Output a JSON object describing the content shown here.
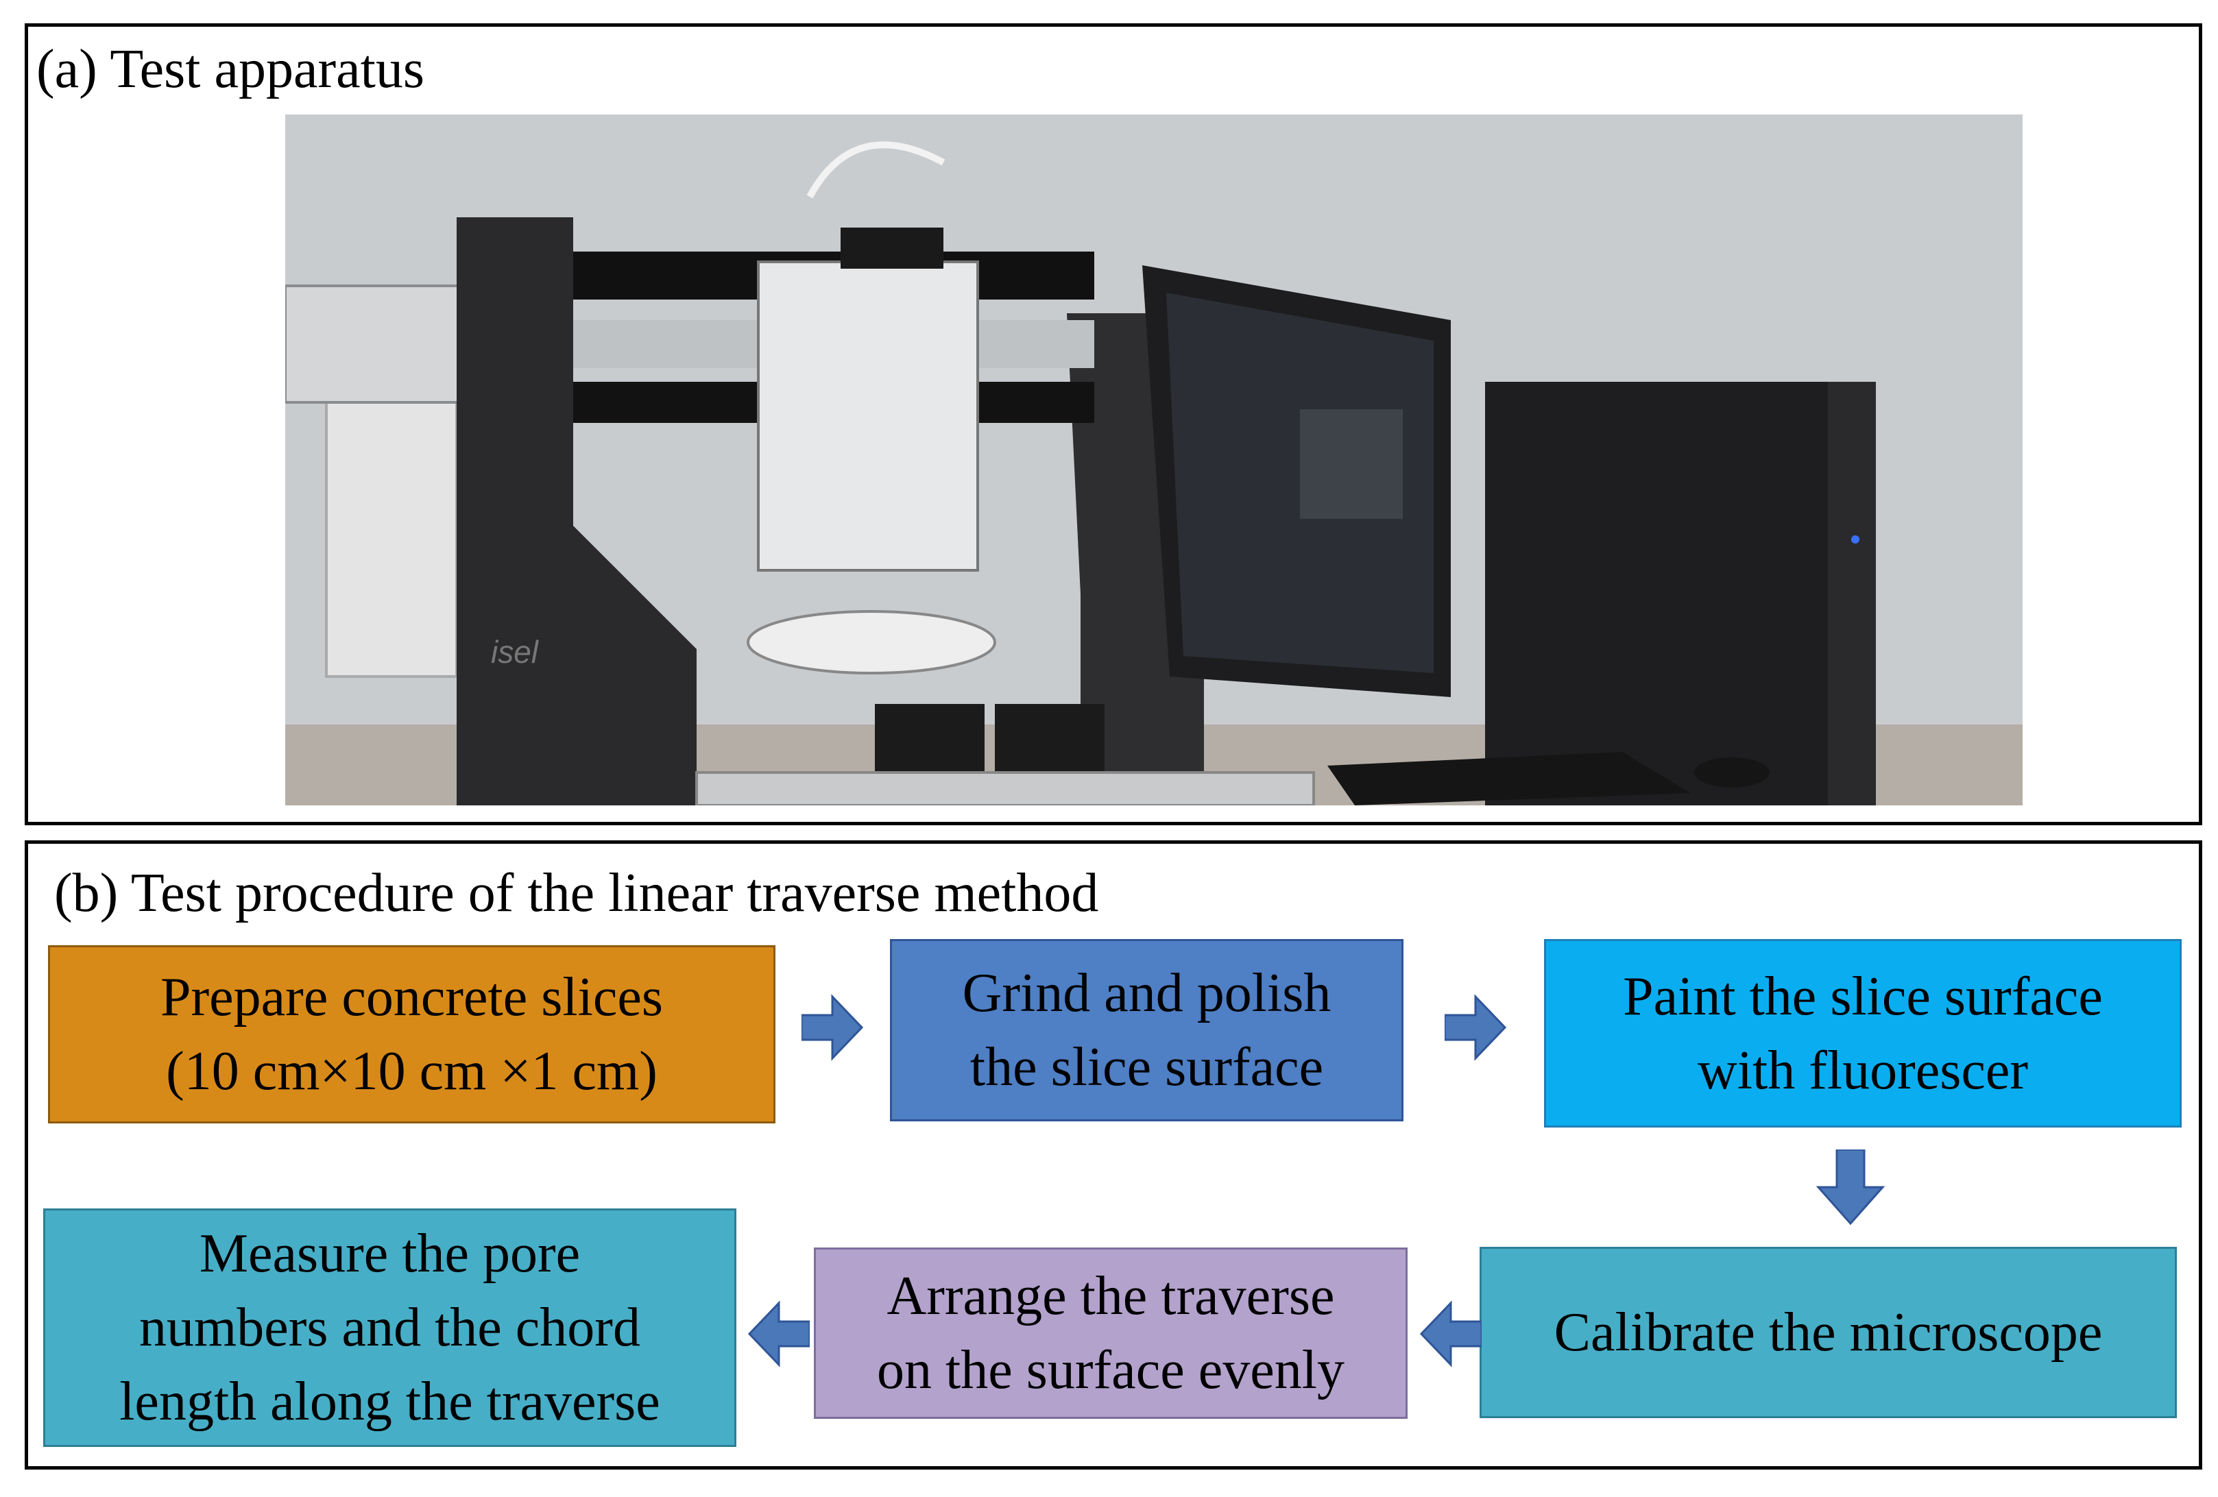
{
  "panel_a": {
    "title": "(a) Test apparatus",
    "photo": {
      "description_icon": "test-apparatus-photo",
      "gantry_logo": "isel"
    }
  },
  "panel_b": {
    "title": "(b) Test procedure of the linear traverse method",
    "steps": [
      {
        "label": "Prepare concrete slices\n(10 cm×10 cm ×1 cm)",
        "color": "#d88a19"
      },
      {
        "label": "Grind and polish\nthe slice surface",
        "color": "#4f7fc4"
      },
      {
        "label": "Paint the slice surface\nwith fluorescer",
        "color": "#0aaef0"
      },
      {
        "label": "Calibrate the microscope",
        "color": "#47aec7"
      },
      {
        "label": "Arrange the traverse\non the surface evenly",
        "color": "#b3a2cc"
      },
      {
        "label": "Measure the pore\nnumbers and the chord\nlength along the traverse",
        "color": "#47aec7"
      }
    ],
    "arrow_color": "#4a78b8"
  }
}
